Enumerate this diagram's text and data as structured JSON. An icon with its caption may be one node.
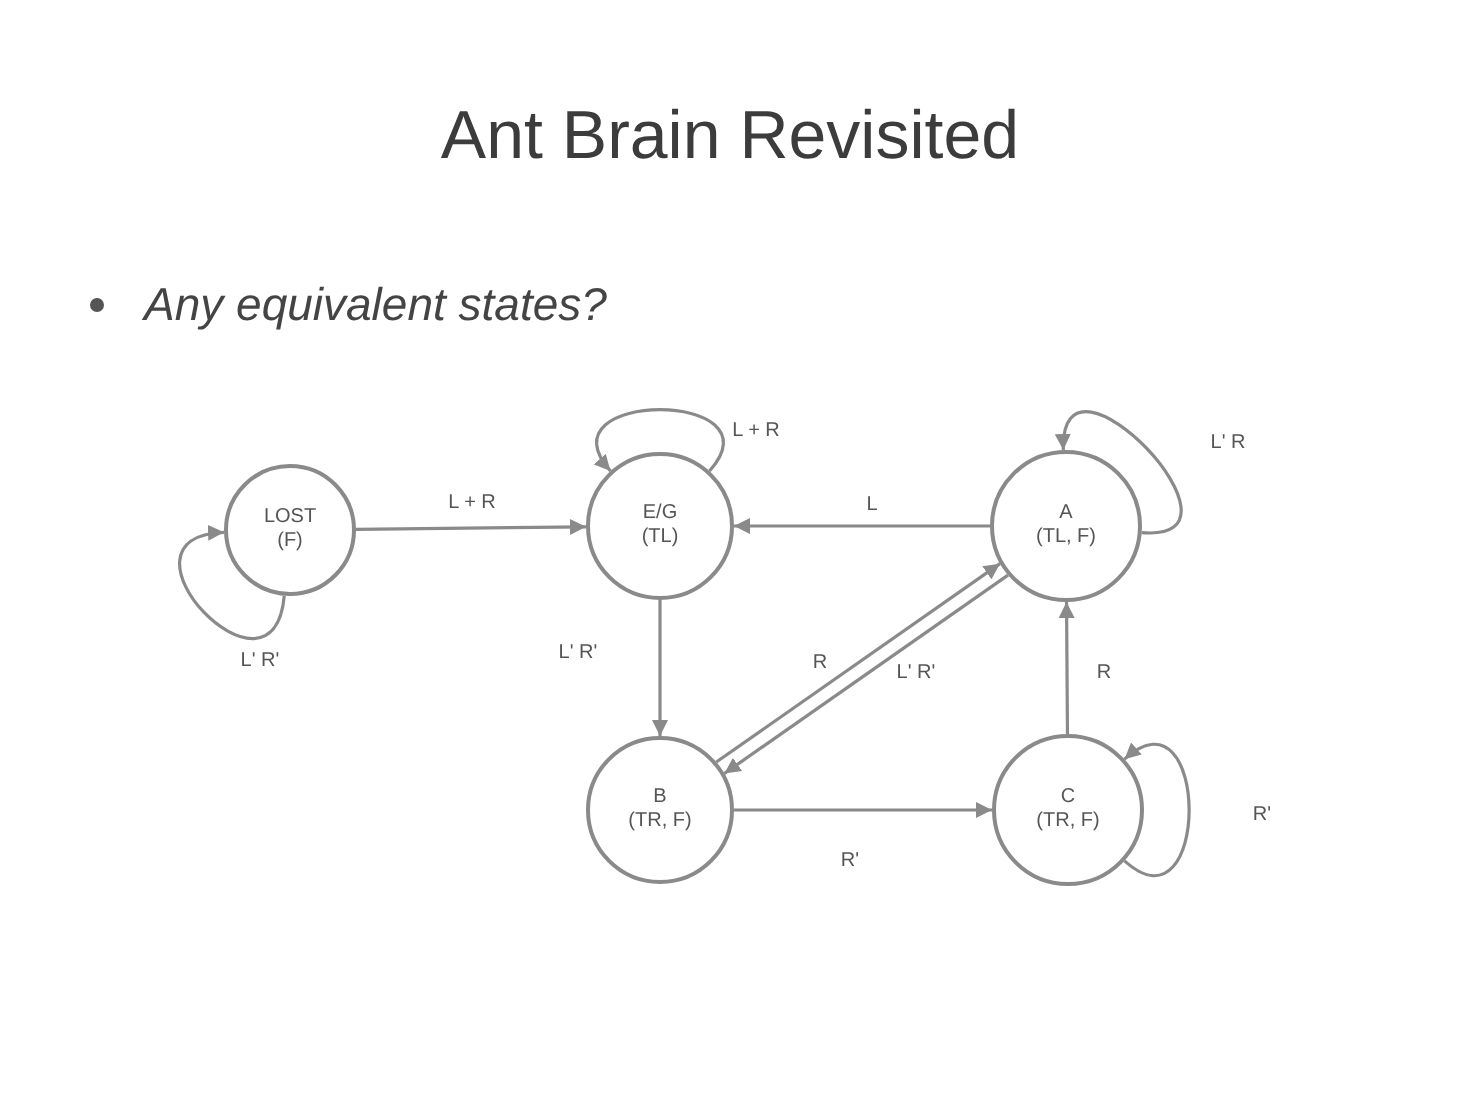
{
  "diagram": {
    "title": "Ant Brain Revisited",
    "nodes": [
      {
        "text": [
          "LOST",
          "(F)"
        ]
      },
      {
        "text": [
          "E/G",
          "(TL)"
        ]
      },
      {
        "text": [
          "A",
          "(TL, F)"
        ]
      },
      {
        "text": [
          "B",
          "(TR, F)"
        ]
      },
      {
        "text": [
          "C",
          "(TR, F)"
        ]
      }
    ],
    "edges": [
      {
        "from": 0,
        "to": 0,
        "arrow": "to",
        "label": "L' R'"
      },
      {
        "from": 0,
        "to": 1,
        "arrow": "to",
        "label": "L + R"
      },
      {
        "from": 1,
        "to": 1,
        "arrow": "to",
        "label": "L + R"
      },
      {
        "from": 2,
        "to": 1,
        "arrow": "to",
        "label": "L"
      },
      {
        "from": 2,
        "to": 2,
        "arrow": "to",
        "label": "L' R"
      },
      {
        "from": 1,
        "to": 3,
        "arrow": "to",
        "label": "L' R'"
      },
      {
        "from": 3,
        "to": 2,
        "arrow": "to",
        "label": "R"
      },
      {
        "from": 2,
        "to": 3,
        "arrow": "to",
        "label": "L' R'"
      },
      {
        "from": 4,
        "to": 2,
        "arrow": "to",
        "label": "R"
      },
      {
        "from": 3,
        "to": 4,
        "arrow": "to",
        "label": "R'"
      },
      {
        "from": 4,
        "to": 4,
        "arrow": "to",
        "label": "R'"
      }
    ],
    "labels": [
      "Any equivalent states?"
    ]
  }
}
